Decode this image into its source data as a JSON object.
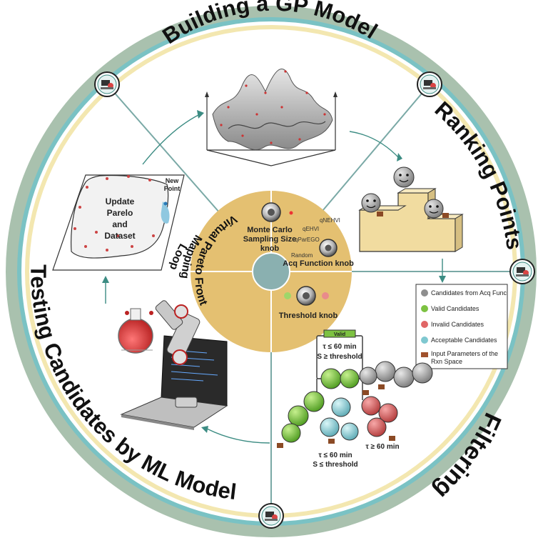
{
  "sections": {
    "building": "Building a GP Model",
    "ranking": "Ranking Points",
    "filtering": "Filtering",
    "testing": "Testing Candidates by ML Model"
  },
  "inner_loop": {
    "line1": "Virtual Pareto Front",
    "line2": "Mapping",
    "line3": "Loop"
  },
  "hub": {
    "mc_knob_line1": "Monte Carlo",
    "mc_knob_line2": "Sampling Size",
    "mc_knob_line3": "knob",
    "acq_options": [
      "qNEHVI",
      "qEHVI",
      "qParEGO",
      "Random"
    ],
    "acq_knob": "Acq Function knob",
    "threshold_knob": "Threshold knob"
  },
  "pareto_panel": {
    "title_line1": "Update",
    "title_line2": "Parelo",
    "title_line3": "and",
    "title_line4": "Dataset",
    "new_point_line1": "New",
    "new_point_line2": "Point"
  },
  "filter_panel": {
    "sign_label": "Valid",
    "cond1": "τ ≤ 60 min",
    "cond2": "S ≥ threshold",
    "left_cond1": "τ ≤ 60 min",
    "left_cond2": "S ≤ threshold",
    "right_cond": "τ ≥ 60 min"
  },
  "legend": {
    "items": [
      {
        "label": "Candidates from Acq Func",
        "color": "#8e8e8e"
      },
      {
        "label": "Valid Candidates",
        "color": "#7dc242"
      },
      {
        "label": "Invalid Candidates",
        "color": "#e06666"
      },
      {
        "label": "Acceptable Candidates",
        "color": "#7fc8d0"
      },
      {
        "label": "Input Parameters of the",
        "label2": "Rxn Space",
        "color": "#a0522d"
      }
    ]
  },
  "colors": {
    "outer_ring": "#9db8a3",
    "teal_ring": "#7ac2c4",
    "cream_ring": "#f3e7b0",
    "hub": "#e4c071",
    "center": "#8ab0b0",
    "spoke": "#7aa9a6"
  },
  "icons": [
    "chemistry-robot-badge-icon"
  ]
}
